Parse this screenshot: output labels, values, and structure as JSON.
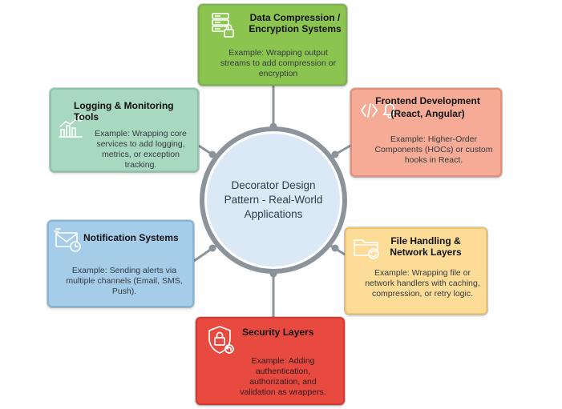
{
  "center": {
    "title": "Decorator Design Pattern - Real-World Applications"
  },
  "nodes": {
    "compression": {
      "title": "Data Compression / Encryption Systems",
      "description": "Example: Wrapping output streams to add compression or encryption",
      "icon": "database-lock-icon"
    },
    "frontend": {
      "title": "Frontend Development (React, Angular)",
      "description": "Example: Higher-Order Components (HOCs) or custom hooks in React.",
      "icon": "code-bell-icon"
    },
    "logging": {
      "title": "Logging & Monitoring Tools",
      "description": "Example: Wrapping core services to add logging, metrics, or exception tracking.",
      "icon": "chart-monitor-icon"
    },
    "notification": {
      "title": "Notification Systems",
      "description": "Example: Sending alerts via multiple channels (Email, SMS, Push).",
      "icon": "envelope-clock-icon"
    },
    "file": {
      "title": "File Handling & Network Layers",
      "description": "Example: Wrapping file or network handlers with caching, compression, or retry logic.",
      "icon": "folder-sync-icon"
    },
    "security": {
      "title": "Security Layers",
      "description": "Example: Adding authentication, authorization, and validation as wrappers.",
      "icon": "shield-lock-icon"
    }
  },
  "colors": {
    "compression": "#8cc450",
    "frontend": "#f5ab95",
    "logging": "#a8d8c0",
    "notification": "#a5cdea",
    "file": "#fddc98",
    "security": "#e94a3f",
    "center": "#dbe9f6",
    "connector": "#8c949b"
  }
}
